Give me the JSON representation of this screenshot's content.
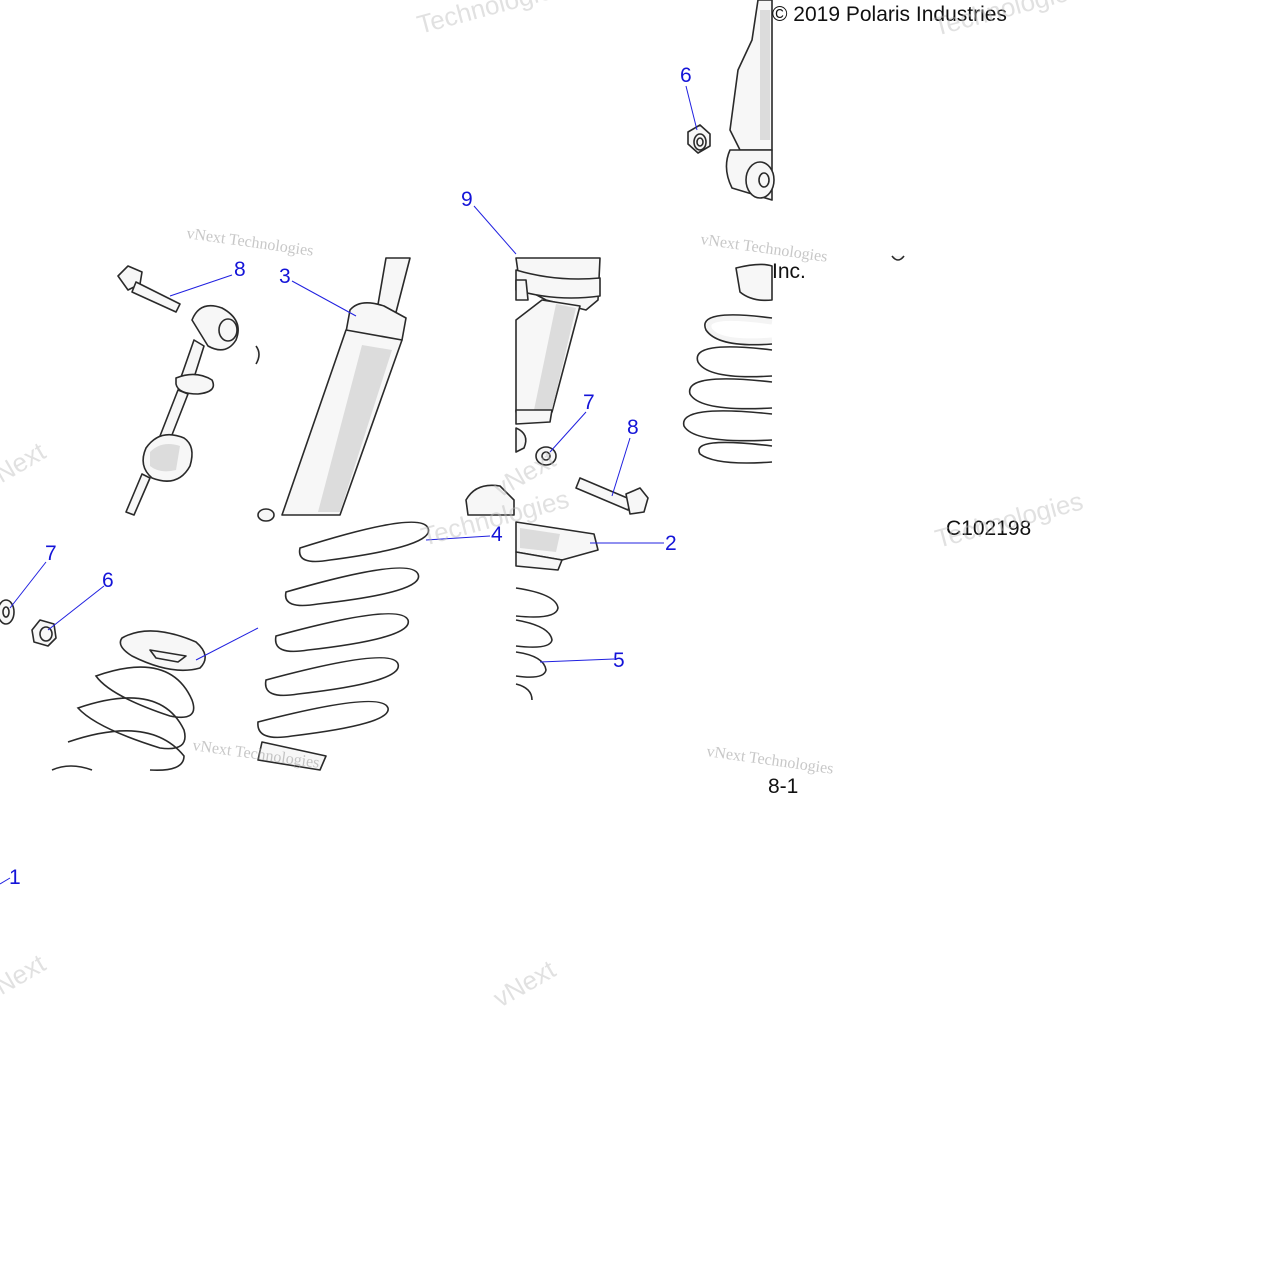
{
  "copyright": "© 2019 Polaris Industries",
  "fragment_inc": "Inc.",
  "fragment_8_1": "8-1",
  "diagram_code": "C102198",
  "callouts": {
    "c1": "1",
    "c2": "2",
    "c3": "3",
    "c4": "4",
    "c5": "5",
    "c6a": "6",
    "c6b": "6",
    "c7a": "7",
    "c7b": "7",
    "c8a": "8",
    "c8b": "8",
    "c9": "9"
  },
  "watermarks": {
    "vnext_technologies": "vNext Technologies",
    "vnext": "vNext",
    "technologies": "Technologies"
  },
  "colors": {
    "callout": "#1414d8",
    "text": "#111111",
    "line": "#2a2a2a"
  }
}
